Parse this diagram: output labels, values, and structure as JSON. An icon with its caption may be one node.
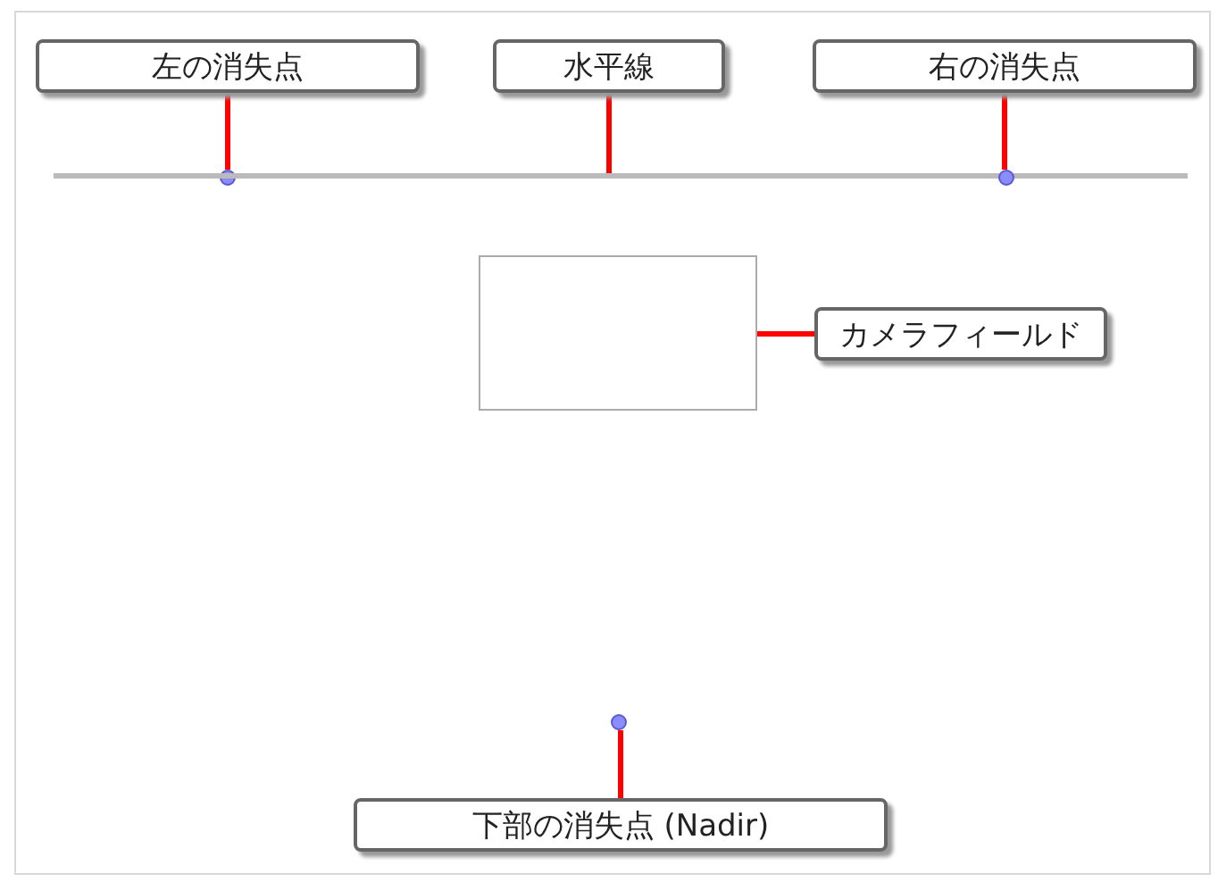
{
  "diagram": {
    "nodes": [
      {
        "text": [
          "左の消失点"
        ]
      },
      {
        "text": [
          "水平線"
        ]
      },
      {
        "text": [
          "右の消失点"
        ]
      },
      {
        "text": [],
        "shape": "circle"
      },
      {
        "text": [],
        "shape": "line"
      },
      {
        "text": [],
        "shape": "circle"
      },
      {
        "text": [],
        "shape": "box"
      },
      {
        "text": [
          "カメラフィールド"
        ]
      },
      {
        "text": [],
        "shape": "circle"
      },
      {
        "text": [
          "下部の消失点 (Nadir)"
        ]
      }
    ],
    "edges": [
      {
        "from": 0,
        "to": 3,
        "arrow": "none"
      },
      {
        "from": 1,
        "to": 4,
        "arrow": "none"
      },
      {
        "from": 2,
        "to": 5,
        "arrow": "none"
      },
      {
        "from": 7,
        "to": 6,
        "arrow": "none"
      },
      {
        "from": 9,
        "to": 8,
        "arrow": "none"
      }
    ]
  }
}
